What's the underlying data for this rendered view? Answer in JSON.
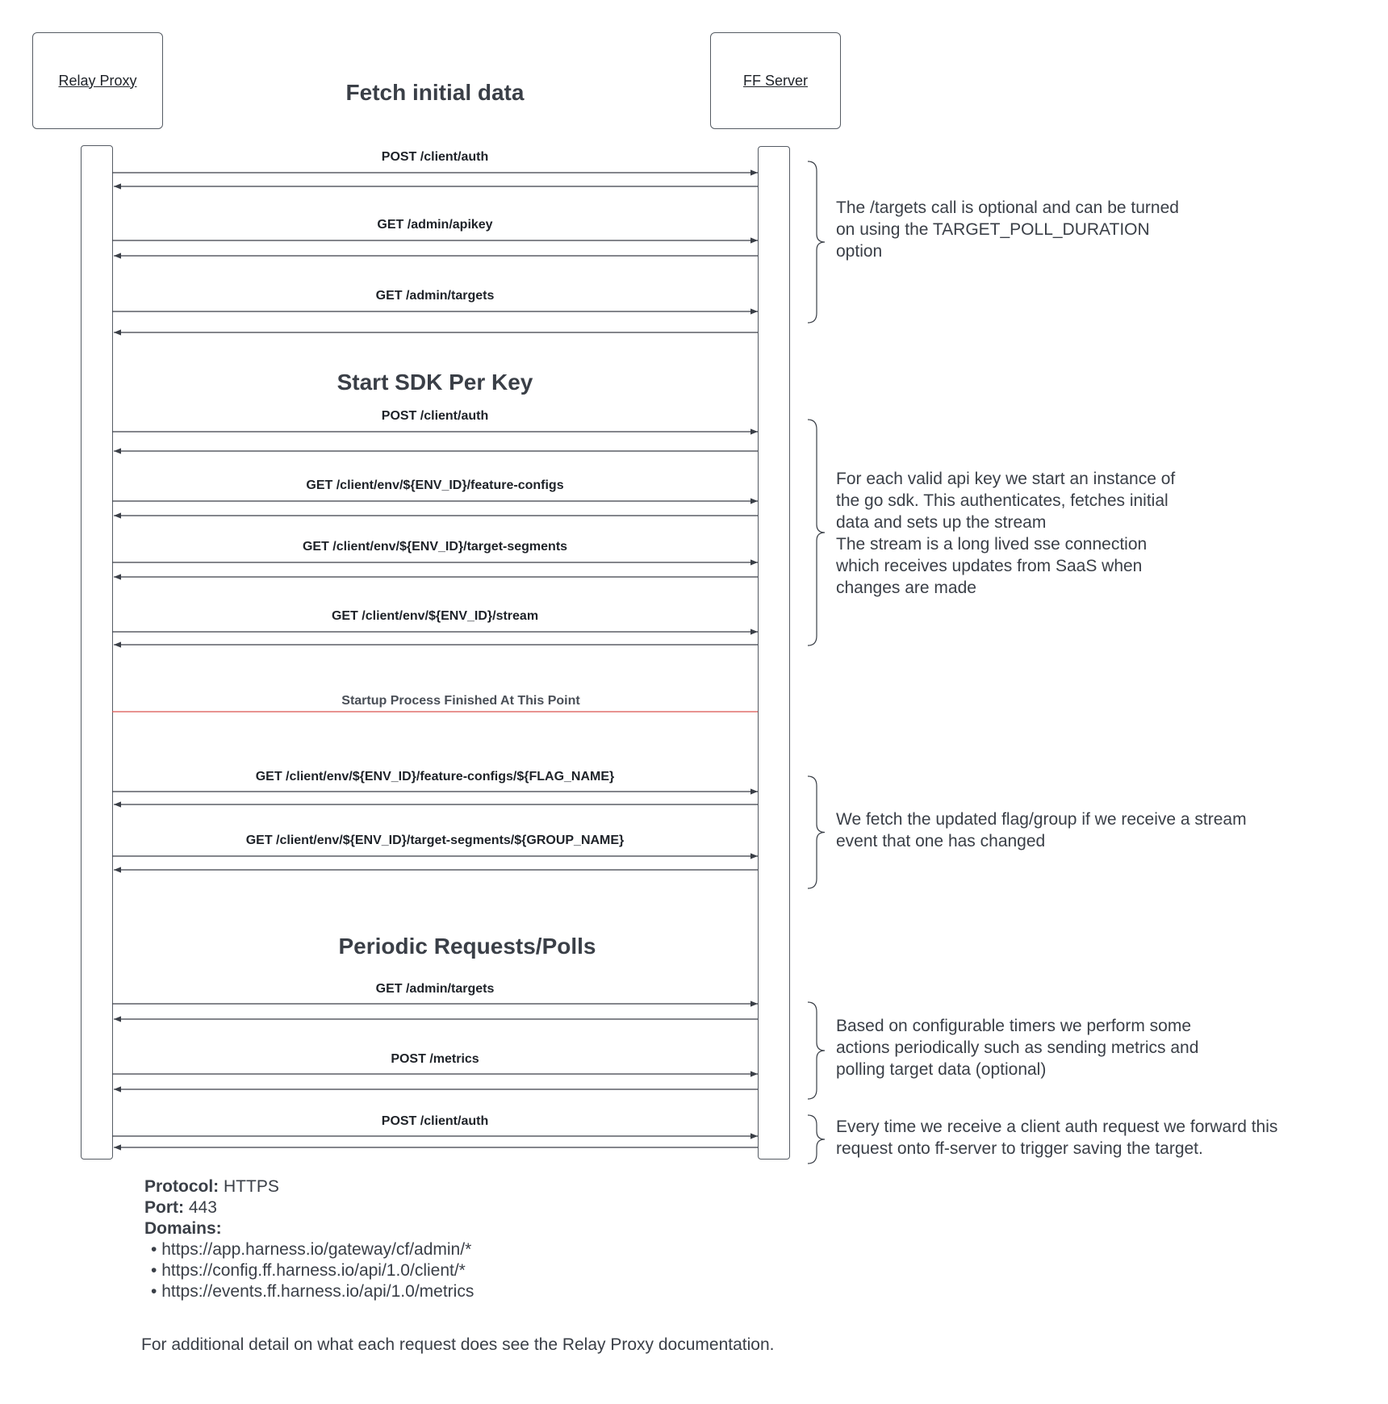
{
  "participants": {
    "left": "Relay Proxy",
    "right": "FF Server"
  },
  "sections": [
    {
      "title": "Fetch initial data"
    },
    {
      "title": "Start SDK Per Key"
    },
    {
      "title": "Periodic Requests/Polls"
    }
  ],
  "messages": [
    {
      "label": "POST /client/auth"
    },
    {
      "label": "GET /admin/apikey"
    },
    {
      "label": "GET /admin/targets"
    },
    {
      "label": "POST /client/auth"
    },
    {
      "label": "GET /client/env/${ENV_ID}/feature-configs"
    },
    {
      "label": "GET /client/env/${ENV_ID}/target-segments"
    },
    {
      "label": "GET /client/env/${ENV_ID}/stream"
    },
    {
      "label": "GET /client/env/${ENV_ID}/feature-configs/${FLAG_NAME}"
    },
    {
      "label": "GET /client/env/${ENV_ID}/target-segments/${GROUP_NAME}"
    },
    {
      "label": "GET /admin/targets"
    },
    {
      "label": "POST /metrics"
    },
    {
      "label": "POST /client/auth"
    }
  ],
  "marker": {
    "label": "Startup Process Finished At This Point",
    "color": "#d9534f"
  },
  "notes": [
    {
      "lines": [
        "The /targets call is optional and can be turned",
        "on using the TARGET_POLL_DURATION",
        "option"
      ]
    },
    {
      "lines": [
        "For each valid api key we start an instance of",
        "the go sdk. This authenticates, fetches initial",
        "data and sets up the stream",
        "The stream is a long lived sse connection",
        "which receives updates from SaaS when",
        "changes are made"
      ]
    },
    {
      "lines": [
        "We fetch the updated flag/group if we receive a stream",
        "event that one has changed"
      ]
    },
    {
      "lines": [
        "Based on configurable timers we perform some",
        "actions periodically such as sending metrics and",
        "polling target data (optional)"
      ]
    },
    {
      "lines": [
        "Every time we receive a client auth request we forward this",
        "request onto ff-server to trigger saving the target."
      ]
    }
  ],
  "info": {
    "protocol_label": "Protocol:",
    "protocol_value": " HTTPS",
    "port_label": "Port:",
    "port_value": " 443",
    "domains_label": "Domains:",
    "domains": [
      "https://app.harness.io/gateway/cf/admin/*",
      "https://config.ff.harness.io/api/1.0/client/*",
      "https://events.ff.harness.io/api/1.0/metrics"
    ]
  },
  "footer": "For additional detail on what each request does see the Relay Proxy documentation."
}
